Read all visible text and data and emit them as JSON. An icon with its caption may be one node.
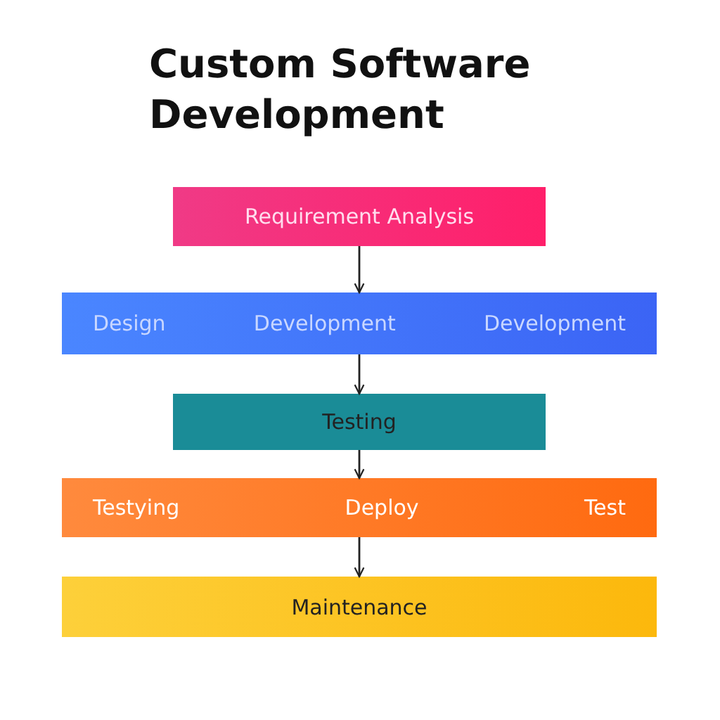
{
  "diagram": {
    "title": "Custom Software Development",
    "nodes": [
      {
        "text": [
          "Requirement Analysis"
        ]
      },
      {
        "text": [
          "Design",
          "Development",
          "Development"
        ]
      },
      {
        "text": [
          "Testing"
        ]
      },
      {
        "text": [
          "Testying",
          "Deploy",
          "Test"
        ]
      },
      {
        "text": [
          "Maintenance"
        ]
      }
    ],
    "edges": [
      {
        "from": 0,
        "to": 1,
        "arrow": "to"
      },
      {
        "from": 1,
        "to": 2,
        "arrow": "to"
      },
      {
        "from": 2,
        "to": 3,
        "arrow": "to"
      },
      {
        "from": 3,
        "to": 4,
        "arrow": "to"
      }
    ]
  }
}
